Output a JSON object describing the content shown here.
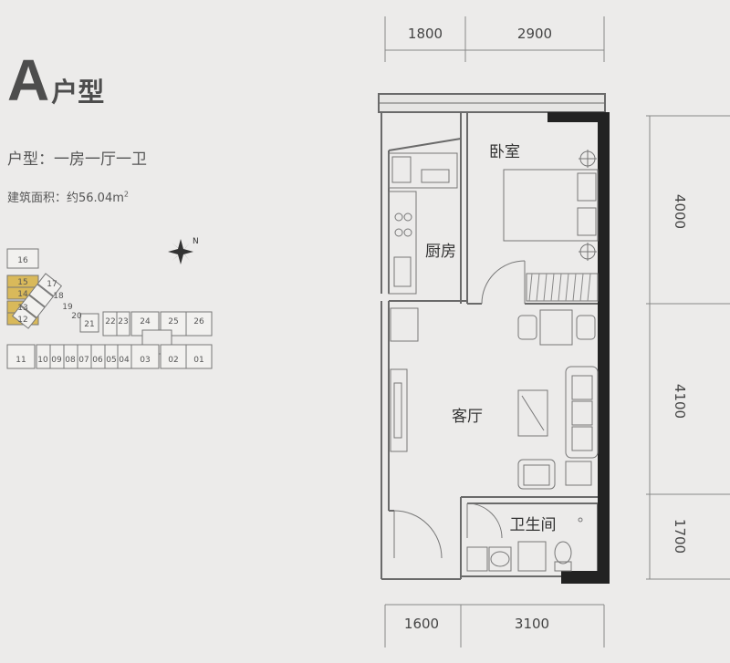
{
  "heading": {
    "letter": "A",
    "suffix": "户型"
  },
  "unit_type": "户型：一房一厅一卫",
  "area": {
    "label": "建筑面积：约56.04m",
    "sup": "2"
  },
  "rooms": {
    "bedroom": "卧室",
    "kitchen": "厨房",
    "living": "客厅",
    "bathroom": "卫生间"
  },
  "dimensions": {
    "top": [
      "1800",
      "2900"
    ],
    "bottom": [
      "1600",
      "3100"
    ],
    "right": [
      "4000",
      "4100",
      "1700"
    ]
  },
  "key_plan": {
    "units": [
      "16",
      "15",
      "14",
      "13",
      "12",
      "17",
      "18",
      "19",
      "20",
      "21",
      "22",
      "23",
      "24",
      "25",
      "26",
      "11",
      "10",
      "09",
      "08",
      "07",
      "06",
      "05",
      "04",
      "03",
      "02",
      "01"
    ],
    "highlighted": [
      "15",
      "14",
      "13",
      "12"
    ],
    "highlight_color": "#d9b95a"
  },
  "compass": {
    "label": "N"
  }
}
